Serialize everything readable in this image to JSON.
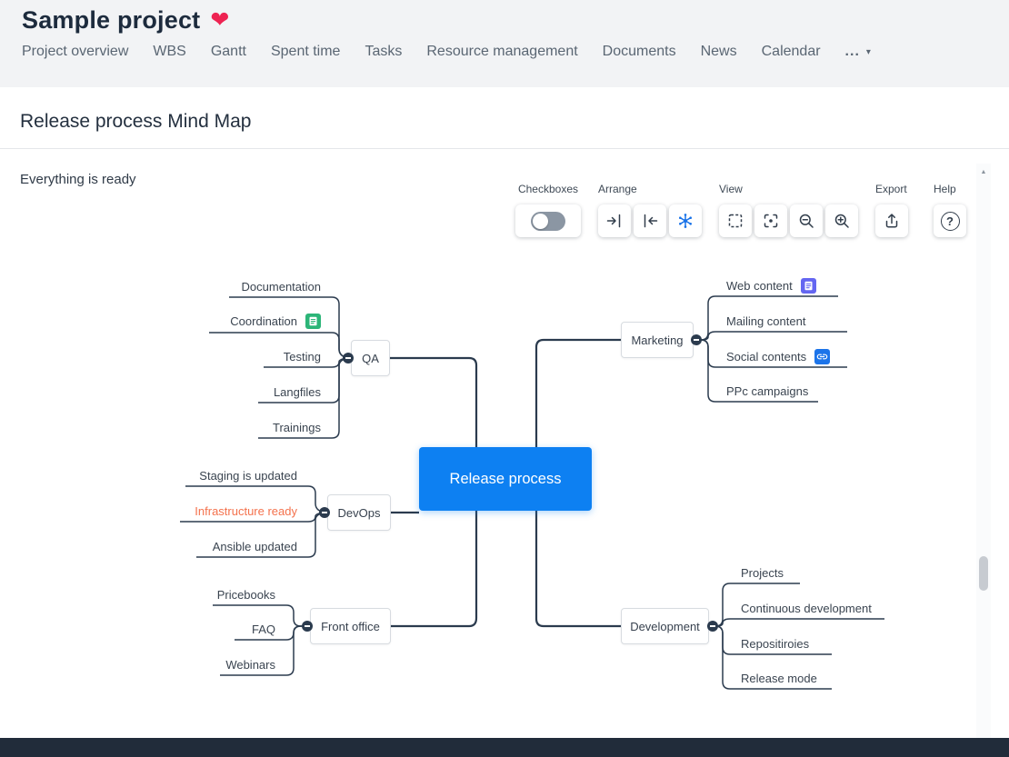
{
  "header": {
    "title": "Sample project",
    "heart_icon": "❤",
    "nav": [
      "Project overview",
      "WBS",
      "Gantt",
      "Spent time",
      "Tasks",
      "Resource management",
      "Documents",
      "News",
      "Calendar"
    ],
    "more_label": "...",
    "more_caret": "▾"
  },
  "page": {
    "title": "Release process Mind Map",
    "status": "Everything is ready"
  },
  "toolbar": {
    "checkboxes": {
      "label": "Checkboxes",
      "state": "off"
    },
    "arrange": {
      "label": "Arrange"
    },
    "view": {
      "label": "View"
    },
    "export": {
      "label": "Export"
    },
    "help": {
      "label": "Help",
      "icon": "?"
    }
  },
  "mindmap": {
    "root": "Release process",
    "left": [
      {
        "hub": "QA",
        "children": [
          "Documentation",
          "Coordination",
          "Testing",
          "Langfiles",
          "Trainings"
        ]
      },
      {
        "hub": "DevOps",
        "children": [
          "Staging is updated",
          "Infrastructure ready",
          "Ansible updated"
        ]
      },
      {
        "hub": "Front office",
        "children": [
          "Pricebooks",
          "FAQ",
          "Webinars"
        ]
      }
    ],
    "right": [
      {
        "hub": "Marketing",
        "children": [
          "Web content",
          "Mailing content",
          "Social contents",
          "PPc campaigns"
        ]
      },
      {
        "hub": "Development",
        "children": [
          "Projects",
          "Continuous development",
          "Repositiroies",
          "Release mode"
        ]
      }
    ]
  },
  "colors": {
    "accent_blue": "#0d80f2",
    "warning_orange": "#f4724d",
    "doc_icon_green": "#2cb578",
    "doc_icon_indigo": "#6466f1",
    "link_icon_blue": "#1c74e9",
    "line_navy": "#2b3b4e",
    "footer_navy": "#212c3a"
  },
  "scrollbar": {
    "up_arrow": "▲"
  }
}
